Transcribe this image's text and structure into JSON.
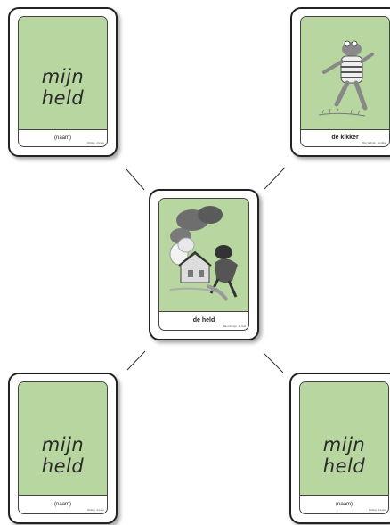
{
  "cards": {
    "top_left": {
      "text": "mijn held",
      "label": "(naam)",
      "credit": "Weblog · Anneke"
    },
    "top_right": {
      "label": "de kikker",
      "credit": "Max Velthuijs · de kikker"
    },
    "center": {
      "label": "de held",
      "credit": "Max Velthuijs · de held"
    },
    "bottom_left": {
      "text": "mijn held",
      "label": "(naam)",
      "credit": "Weblog · Anneke"
    },
    "bottom_right": {
      "text": "mijn held",
      "label": "(naam)",
      "credit": "Weblog · Anneke"
    }
  },
  "colors": {
    "card_fill": "#b7d6a0",
    "border": "#222222"
  }
}
